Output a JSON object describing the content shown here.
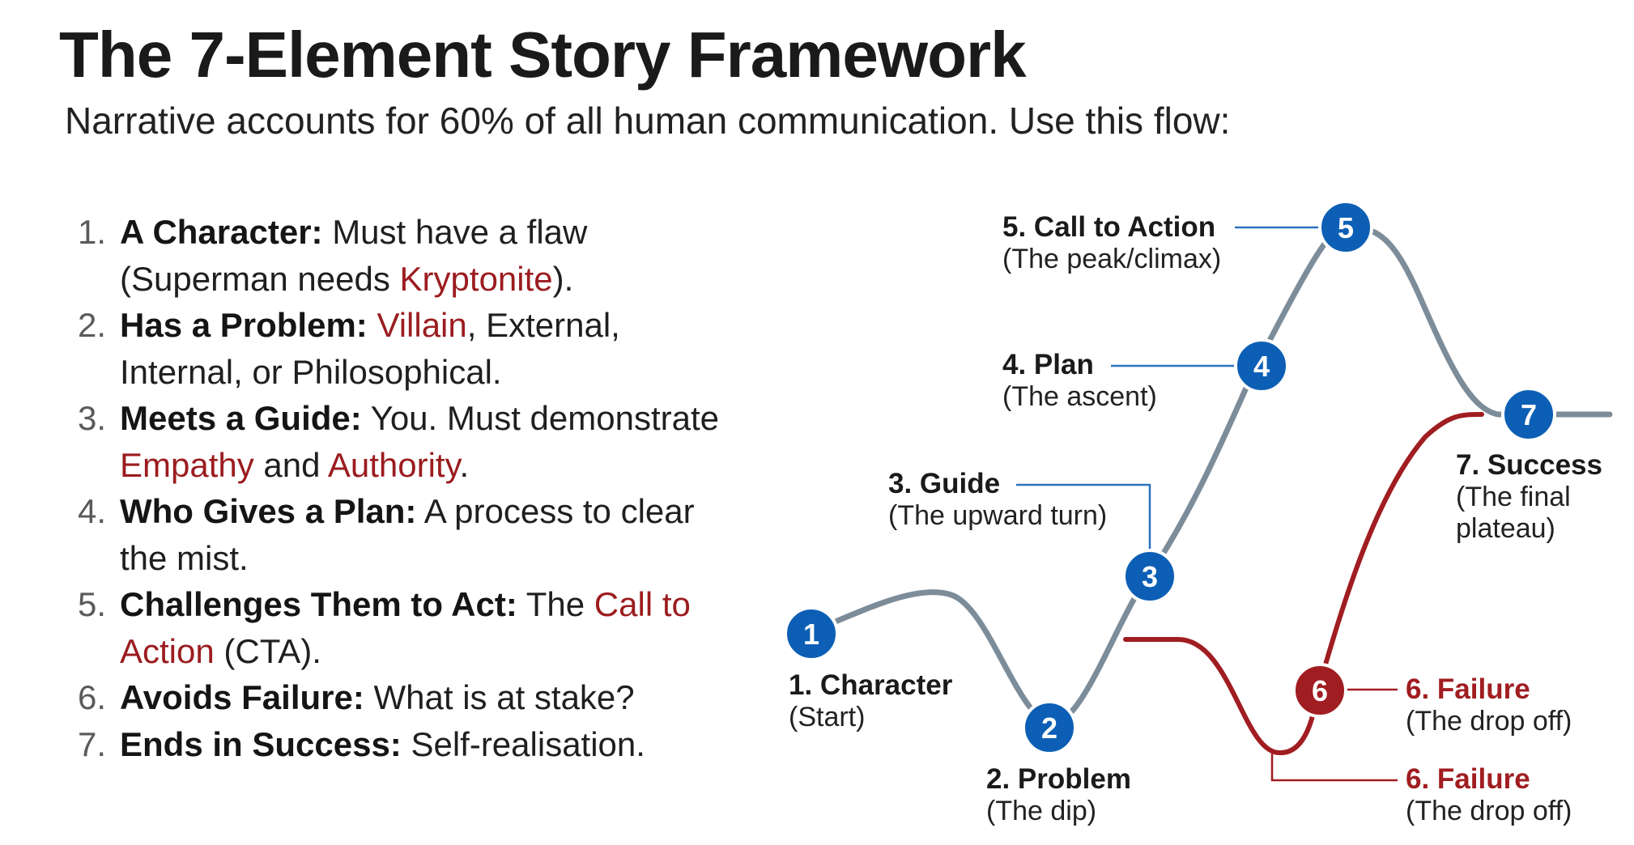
{
  "header": {
    "title": "The 7-Element Story Framework",
    "subtitle": "Narrative accounts for 60% of all human communication. Use this flow:"
  },
  "steps": [
    {
      "num": "1.",
      "label": "A Character:",
      "parts": [
        " Must have a flaw (Superman needs ",
        {
          "red": "Kryptonite"
        },
        ")."
      ]
    },
    {
      "num": "2.",
      "label": "Has a Problem:",
      "parts": [
        " ",
        {
          "red": "Villain"
        },
        ", External, Internal, or Philosophical."
      ]
    },
    {
      "num": "3.",
      "label": "Meets a Guide:",
      "parts": [
        " You. Must demonstrate ",
        {
          "red": "Empathy"
        },
        " and ",
        {
          "red": "Authority"
        },
        "."
      ]
    },
    {
      "num": "4.",
      "label": "Who Gives a Plan:",
      "parts": [
        " A process to clear the mist."
      ]
    },
    {
      "num": "5.",
      "label": "Challenges Them to Act:",
      "parts": [
        " The ",
        {
          "red": "Call to Action"
        },
        " (CTA)."
      ]
    },
    {
      "num": "6.",
      "label": "Avoids Failure:",
      "parts": [
        " What is at stake?"
      ]
    },
    {
      "num": "7.",
      "label": "Ends in Success:",
      "parts": [
        " Self-realisation."
      ]
    }
  ],
  "diagram": {
    "colors": {
      "main_line": "#7d8c99",
      "failure_line": "#a01d21",
      "node_blue": "#0d5fb5",
      "node_red": "#a01d21",
      "leader_blue": "#2a73c0"
    },
    "nodes": [
      {
        "id": "1",
        "title": "1. Character",
        "sub": "(Start)"
      },
      {
        "id": "2",
        "title": "2. Problem",
        "sub": "(The dip)"
      },
      {
        "id": "3",
        "title": "3. Guide",
        "sub": "(The upward turn)"
      },
      {
        "id": "4",
        "title": "4. Plan",
        "sub": "(The ascent)"
      },
      {
        "id": "5",
        "title": "5. Call to Action",
        "sub": "(The peak/climax)"
      },
      {
        "id": "6",
        "title": "6. Failure",
        "sub": "(The drop off)",
        "title2": "6. Failure",
        "sub2": "(The drop off)"
      },
      {
        "id": "7",
        "title": "7. Success",
        "sub": "(The final",
        "sub_line2": "plateau)"
      }
    ]
  }
}
